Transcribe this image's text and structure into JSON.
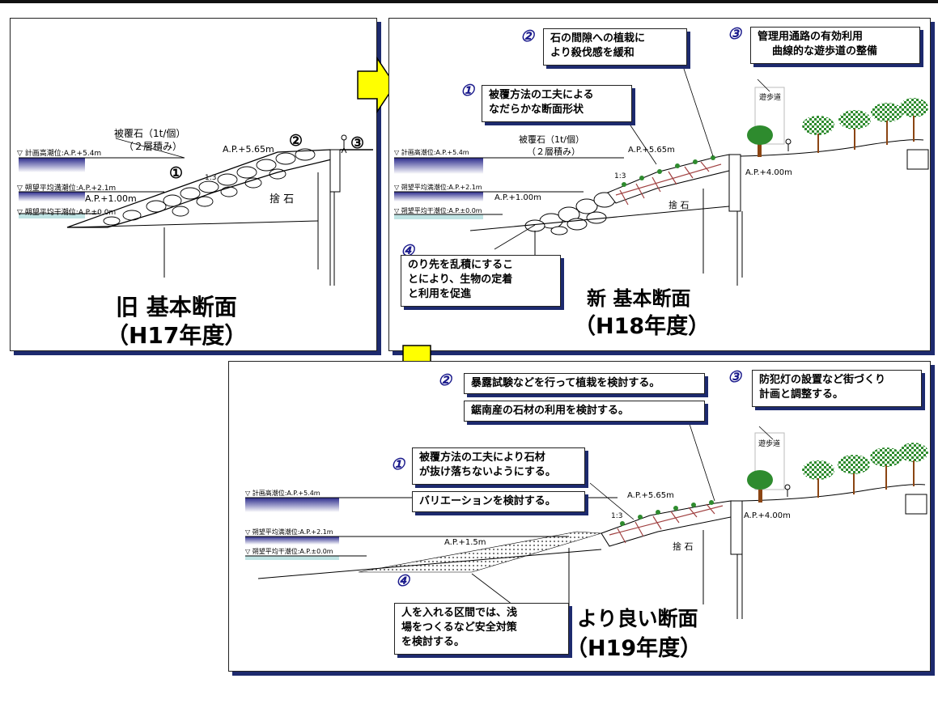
{
  "panel_old": {
    "title": "旧 基本断面",
    "year": "（H17年度）",
    "stone_label_1": "被覆石（1t/個）",
    "stone_label_2": "（２層積み）",
    "ap_top": "A.P.+5.65m",
    "ap_mid": "A.P.+1.00m",
    "slope": "1:3",
    "fill": "捨 石",
    "tide_high": "▽ 計画高潮位:A.P.+5.4m",
    "tide_mean_high": "▽ 朔望平均満潮位:A.P.+2.1m",
    "tide_mean_low": "▽ 朔望平均干潮位:A.P.±0.0m",
    "n1": "①",
    "n2": "②",
    "n3": "③"
  },
  "panel_new": {
    "title": "新 基本断面",
    "year": "（H18年度）",
    "stone_label_1": "被覆石（1t/個）",
    "stone_label_2": "（２層積み）",
    "ap_top": "A.P.+5.65m",
    "ap_mid": "A.P.+1.00m",
    "ap_wall": "A.P.+4.00m",
    "slope": "1:3",
    "fill": "捨 石",
    "promenade": "遊歩道",
    "tide_high": "▽ 計画高潮位:A.P.+5.4m",
    "tide_mean_high": "▽ 朔望平均満潮位:A.P.+2.1m",
    "tide_mean_low": "▽ 朔望平均干潮位:A.P.±0.0m",
    "n1": "①",
    "n2": "②",
    "n3": "③",
    "n4": "④",
    "c1_l1": "被覆方法の工夫による",
    "c1_l2": "なだらかな断面形状",
    "c2_l1": "石の間隙への植栽に",
    "c2_l2": "より殺伐感を緩和",
    "c3_l1": "管理用通路の有効利用",
    "c3_l2": "曲線的な遊歩道の整備",
    "c4_l1": "のり先を乱積にするこ",
    "c4_l2": "とにより、生物の定着",
    "c4_l3": "と利用を促進"
  },
  "panel_better": {
    "title": "より良い断面",
    "year": "（H19年度）",
    "ap_top": "A.P.+5.65m",
    "ap_mid": "A.P.+1.5m",
    "ap_wall": "A.P.+4.00m",
    "slope": "1:3",
    "fill": "捨 石",
    "promenade": "遊歩道",
    "tide_high": "▽ 計画高潮位:A.P.+5.4m",
    "tide_mean_high": "▽ 朔望平均満潮位:A.P.+2.1m",
    "tide_mean_low": "▽ 朔望平均干潮位:A.P.±0.0m",
    "n1": "①",
    "n2": "②",
    "n3": "③",
    "n4": "④",
    "c1a_l1": "被覆方法の工夫により石材",
    "c1a_l2": "が抜け落ちないようにする。",
    "c1b": "バリエーションを検討する。",
    "c2a": "暴露試験などを行って植栽を検討する。",
    "c2b": "鋸南産の石材の利用を検討する。",
    "c3_l1": "防犯灯の設置など街づくり",
    "c3_l2": "計画と調整する。",
    "c4_l1": "人を入れる区間では、浅",
    "c4_l2": "場をつくるなど安全対策",
    "c4_l3": "を検討する。"
  },
  "colors": {
    "accent_arrow": "#ffff00",
    "shadow": "#1d2a6e",
    "water": "#2a2a8c",
    "tree": "#2e8b2e"
  }
}
